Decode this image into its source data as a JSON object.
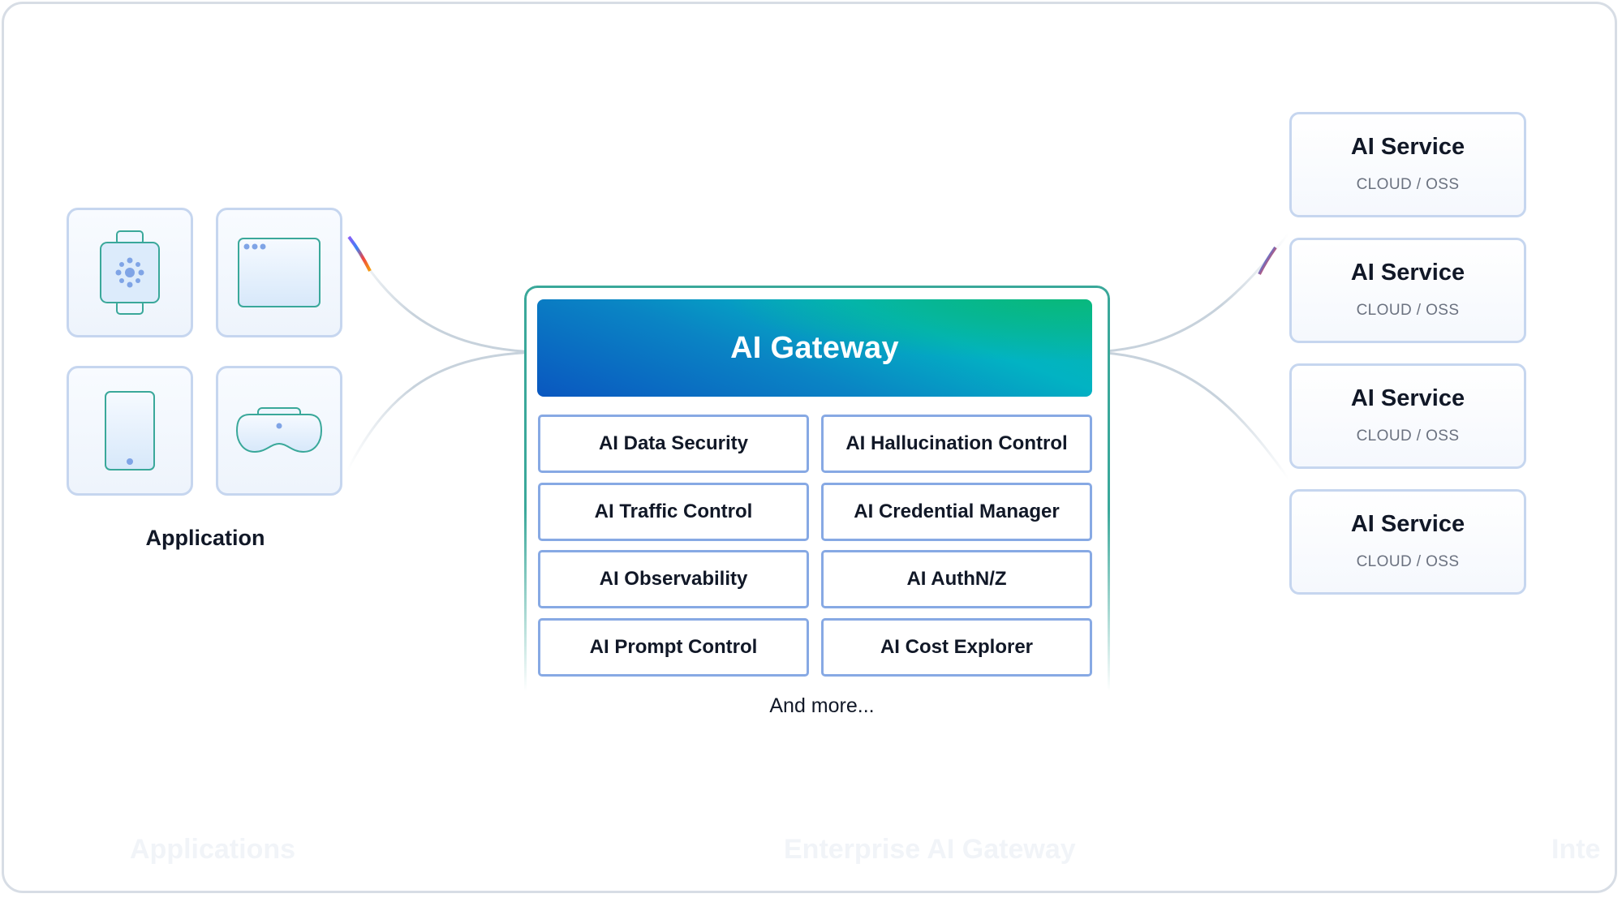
{
  "application": {
    "label": "Application",
    "tiles": [
      {
        "icon": "smartwatch-icon"
      },
      {
        "icon": "browser-window-icon"
      },
      {
        "icon": "smartphone-icon"
      },
      {
        "icon": "vr-headset-icon"
      }
    ]
  },
  "gateway": {
    "title": "AI Gateway",
    "features": [
      "AI Data Security",
      "AI Hallucination Control",
      "AI Traffic Control",
      "AI Credential Manager",
      "AI Observability",
      "AI AuthN/Z",
      "AI Prompt Control",
      "AI Cost Explorer"
    ],
    "more": "And more..."
  },
  "services": [
    {
      "title": "AI Service",
      "subtitle": "CLOUD / OSS"
    },
    {
      "title": "AI Service",
      "subtitle": "CLOUD / OSS"
    },
    {
      "title": "AI Service",
      "subtitle": "CLOUD / OSS"
    },
    {
      "title": "AI Service",
      "subtitle": "CLOUD / OSS"
    }
  ],
  "footer_ghost": {
    "left": "Applications",
    "center": "Enterprise AI Gateway",
    "right": "Inte"
  },
  "colors": {
    "tile_border": "#c6d6ef",
    "feature_border": "#87a9e4",
    "gateway_border": "#3aa89a",
    "gateway_gradient_start": "#0a57c0",
    "gateway_gradient_end": "#05b7a7",
    "icon_blue": "#7fa4e6",
    "icon_teal": "#3aa89a"
  }
}
